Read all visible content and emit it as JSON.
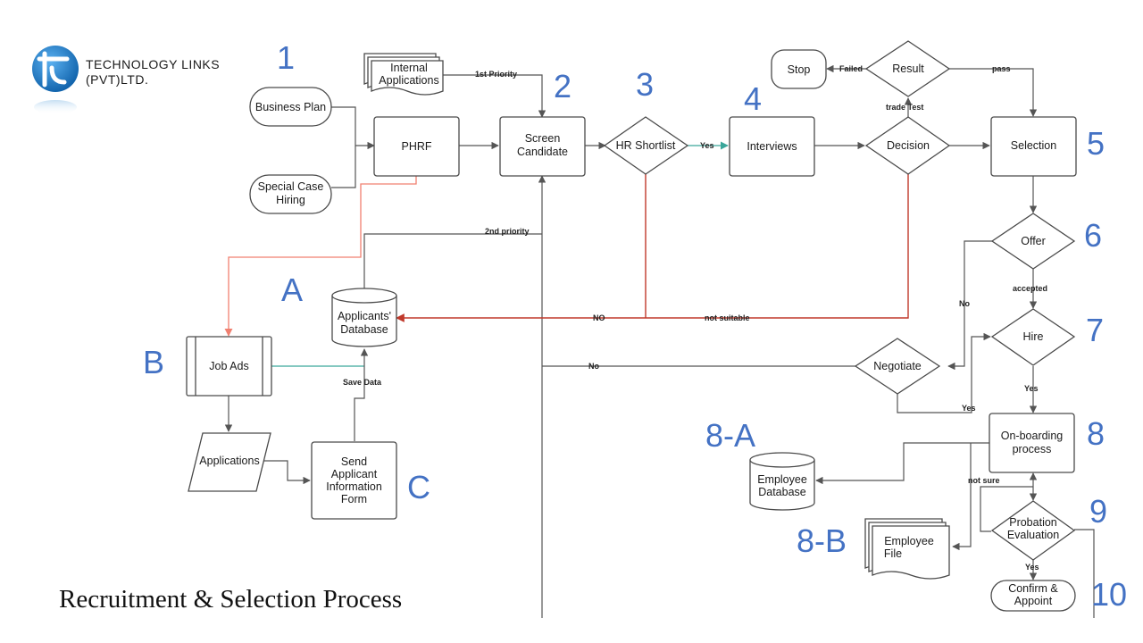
{
  "logo": {
    "line1": "TECHNOLOGY LINKS",
    "line2": "(PVT)LTD."
  },
  "caption": "Recruitment & Selection Process",
  "steps": [
    "1",
    "2",
    "3",
    "4",
    "5",
    "6",
    "7",
    "8",
    "9",
    "10",
    "A",
    "B",
    "C",
    "8-A",
    "8-B"
  ],
  "nodes": {
    "business_plan": "Business Plan",
    "special_case_hiring": [
      "Special Case",
      "Hiring"
    ],
    "phrf": "PHRF",
    "internal_applications": [
      "Internal",
      "Applications"
    ],
    "screen_candidate": [
      "Screen",
      "Candidate"
    ],
    "hr_shortlist": "HR Shortlist",
    "interviews": "Interviews",
    "decision": "Decision",
    "result": "Result",
    "stop": "Stop",
    "selection": "Selection",
    "offer": "Offer",
    "hire": "Hire",
    "negotiate": "Negotiate",
    "onboarding": [
      "On-boarding",
      "process"
    ],
    "probation": [
      "Probation",
      "Evaluation"
    ],
    "confirm_appoint": [
      "Confirm &",
      "Appoint"
    ],
    "employee_database": [
      "Employee",
      "Database"
    ],
    "employee_file": [
      "Employee",
      "File"
    ],
    "applicants_database": [
      "Applicants'",
      "Database"
    ],
    "job_ads": "Job Ads",
    "applications": "Applications",
    "send_form": [
      "Send",
      "Applicant",
      "Information",
      "Form"
    ]
  },
  "edge_labels": {
    "first_priority": "1st Priority",
    "second_priority": "2nd priority",
    "yes_hr": "Yes",
    "failed": "Failed",
    "pass": "pass",
    "trade_test": "trade Test",
    "no_hr": "NO",
    "not_suitable": "not suitable",
    "accepted": "accepted",
    "no_offer": "No",
    "no_negotiate": "No",
    "yes_negotiate": "Yes",
    "yes_hire": "Yes",
    "not_sure": "not sure",
    "yes_probation": "Yes",
    "save_data": "Save Data"
  }
}
